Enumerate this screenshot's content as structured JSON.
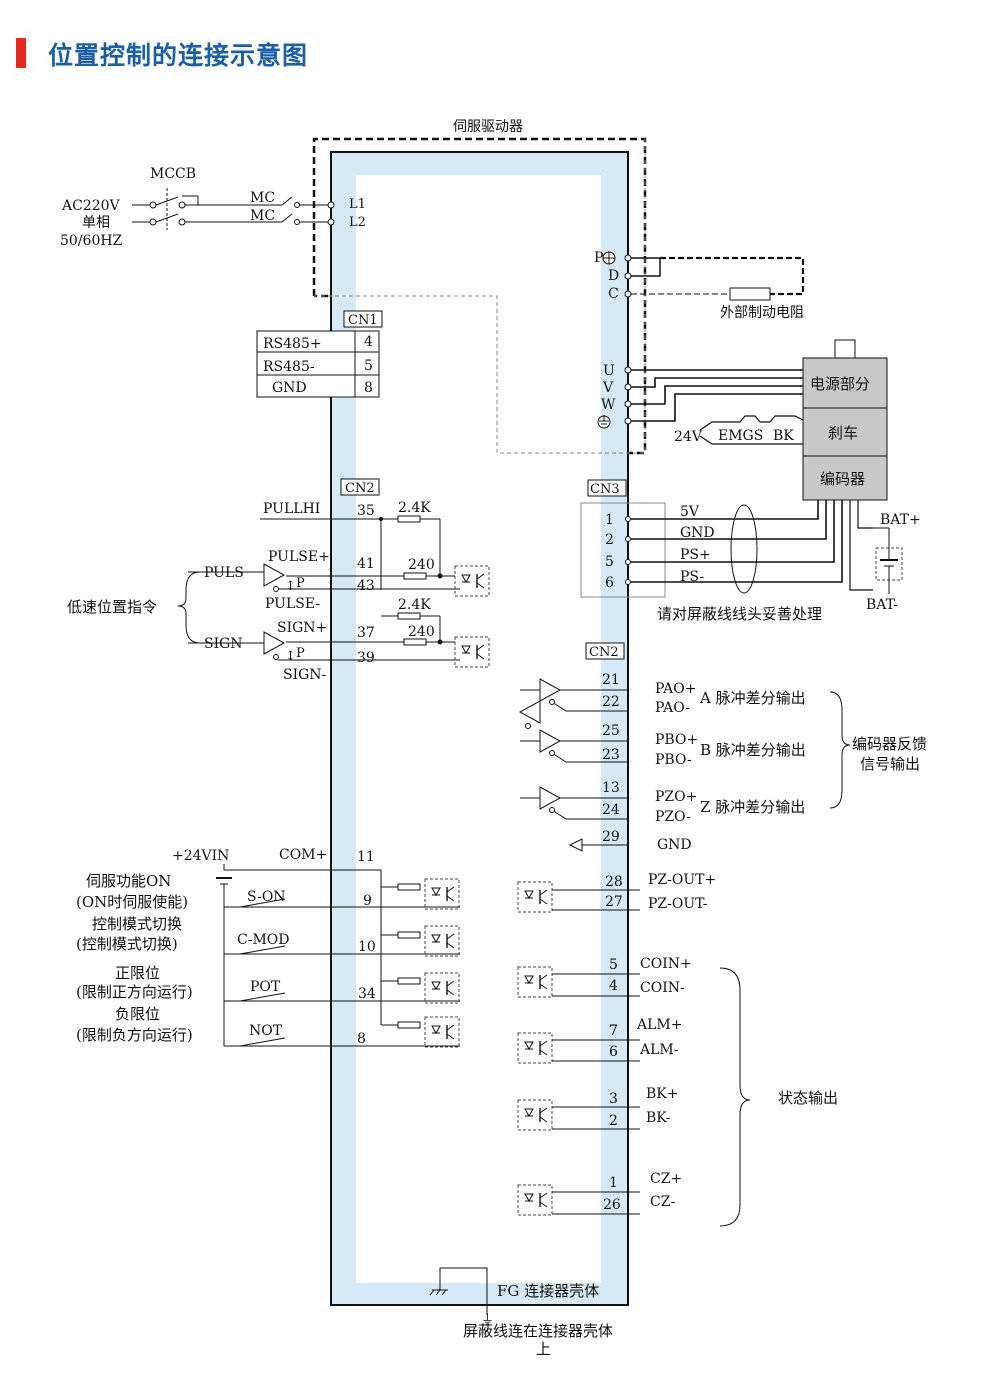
{
  "title": "位置控制的连接示意图",
  "colors": {
    "title": "#1a5fa8",
    "accent_bar": "#e52a1d",
    "board_band": "#d6e9f7",
    "module_fill": "#c8c8c8"
  },
  "driver_label": "伺服驱动器",
  "power": {
    "mccb": "MCCB",
    "ac": "AC220V",
    "phase": "单相",
    "freq": "50/60HZ",
    "mc1": "MC",
    "mc2": "MC",
    "l1": "L1",
    "l2": "L2"
  },
  "pdc": {
    "p": "P",
    "d": "D",
    "c": "C",
    "resistor": "外部制动电阻"
  },
  "uvw": {
    "u": "U",
    "v": "V",
    "w": "W"
  },
  "motor": {
    "power": "电源部分",
    "brake": "刹车",
    "encoder": "编码器",
    "v24": "24V",
    "emgs": "EMGS",
    "bk": "BK",
    "bat_plus": "BAT+",
    "bat_minus": "BAT-"
  },
  "cn1": {
    "label": "CN1",
    "rows": [
      {
        "name": "RS485+",
        "pin": "4"
      },
      {
        "name": "RS485-",
        "pin": "5"
      },
      {
        "name": "GND",
        "pin": "8"
      }
    ]
  },
  "cn2_label": "CN2",
  "cn3": {
    "label": "CN3",
    "rows": [
      {
        "pin": "1",
        "name": "5V"
      },
      {
        "pin": "2",
        "name": "GND"
      },
      {
        "pin": "5",
        "name": "PS+"
      },
      {
        "pin": "6",
        "name": "PS-"
      }
    ],
    "note": "请对屏蔽线线头妥善处理"
  },
  "pulse_in": {
    "pullhi": "PULLHI",
    "pullhi_pin": "35",
    "r1": "2.4K",
    "pulse_plus": "PULSE+",
    "pulse_plus_pin": "41",
    "r2": "240",
    "puls": "PULS",
    "p1": "P",
    "pulse_minus_pin": "43",
    "pulse_minus": "PULSE-",
    "r3": "2.4K",
    "sign_plus": "SIGN+",
    "sign_plus_pin": "37",
    "r4": "240",
    "sign": "SIGN",
    "p2": "P",
    "sign_minus_pin": "39",
    "sign_minus": "SIGN-",
    "group": "低速位置指令"
  },
  "encoder_out": {
    "cn2": "CN2",
    "channels": [
      {
        "pin_a": "21",
        "pin_b": "22",
        "plus": "PAO+",
        "minus": "PAO-",
        "desc": "A 脉冲差分输出"
      },
      {
        "pin_a": "25",
        "pin_b": "23",
        "plus": "PBO+",
        "minus": "PBO-",
        "desc": "B 脉冲差分输出"
      },
      {
        "pin_a": "13",
        "pin_b": "24",
        "plus": "PZO+",
        "minus": "PZO-",
        "desc": "Z 脉冲差分输出"
      }
    ],
    "gnd_pin": "29",
    "gnd": "GND",
    "group_line1": "编码器反馈",
    "group_line2": "信号输出"
  },
  "inputs": {
    "vin": "+24VIN",
    "com": "COM+",
    "com_pin": "11",
    "items": [
      {
        "name": "S-ON",
        "pin": "9",
        "desc1": "伺服功能ON",
        "desc2": "(ON时伺服使能)"
      },
      {
        "name": "C-MOD",
        "pin": "10",
        "desc1": "控制模式切换",
        "desc2": "(控制模式切换)"
      },
      {
        "name": "POT",
        "pin": "34",
        "desc1": "正限位",
        "desc2": "(限制正方向运行)"
      },
      {
        "name": "NOT",
        "pin": "8",
        "desc1": "负限位",
        "desc2": "(限制负方向运行)"
      }
    ]
  },
  "outputs": {
    "pzout": [
      {
        "pin": "28",
        "name": "PZ-OUT+"
      },
      {
        "pin": "27",
        "name": "PZ-OUT-"
      }
    ],
    "status": [
      {
        "pin_a": "5",
        "plus": "COIN+",
        "pin_b": "4",
        "minus": "COIN-"
      },
      {
        "pin_a": "7",
        "plus": "ALM+",
        "pin_b": "6",
        "minus": "ALM-"
      },
      {
        "pin_a": "3",
        "plus": "BK+",
        "pin_b": "2",
        "minus": "BK-"
      },
      {
        "pin_a": "1",
        "plus": "CZ+",
        "pin_b": "26",
        "minus": "CZ-"
      }
    ],
    "group": "状态输出"
  },
  "fg": "FG 连接器壳体",
  "shield_note": "屏蔽线连在连接器壳体",
  "shield_note2": "上"
}
